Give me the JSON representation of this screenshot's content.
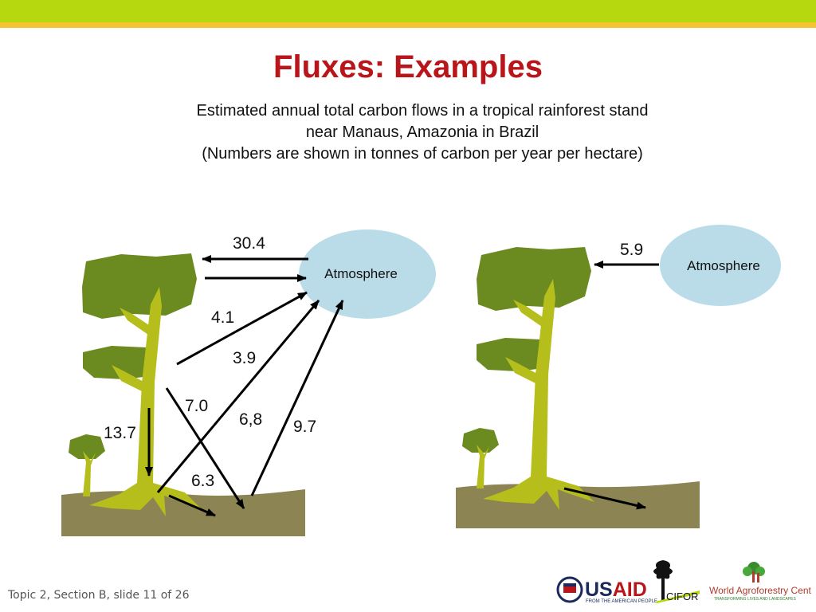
{
  "slide": {
    "title": "Fluxes: Examples",
    "subtitle_lines": [
      "Estimated annual total carbon flows in a tropical rainforest stand",
      "near Manaus, Amazonia in Brazil",
      "(Numbers are shown in tonnes of carbon per year per hectare)"
    ],
    "footer": "Topic 2, Section B, slide 11 of 26"
  },
  "colors": {
    "header_green": "#b5d80f",
    "header_yellow": "#f6c431",
    "title_red": "#b8161b",
    "atmosphere_fill": "#b9dce8",
    "soil": "#8c8453",
    "tree_trunk": "#b6be1c",
    "canopy": "#6b8a1f"
  },
  "diagram_left": {
    "atmosphere_label": "Atmosphere",
    "flux_labels": [
      "30.4",
      "4.1",
      "3.9",
      "7.0",
      "6,8",
      "9.7",
      "13.7",
      "6.3"
    ]
  },
  "diagram_right": {
    "atmosphere_label": "Atmosphere",
    "flux_labels": [
      "5.9"
    ]
  },
  "logos": {
    "usaid": "USAID",
    "usaid_sub": "FROM THE AMERICAN PEOPLE",
    "cifor": "CIFOR",
    "wac": "World Agroforestry Centre",
    "wac_sub": "TRANSFORMING LIVES AND LANDSCAPES"
  }
}
